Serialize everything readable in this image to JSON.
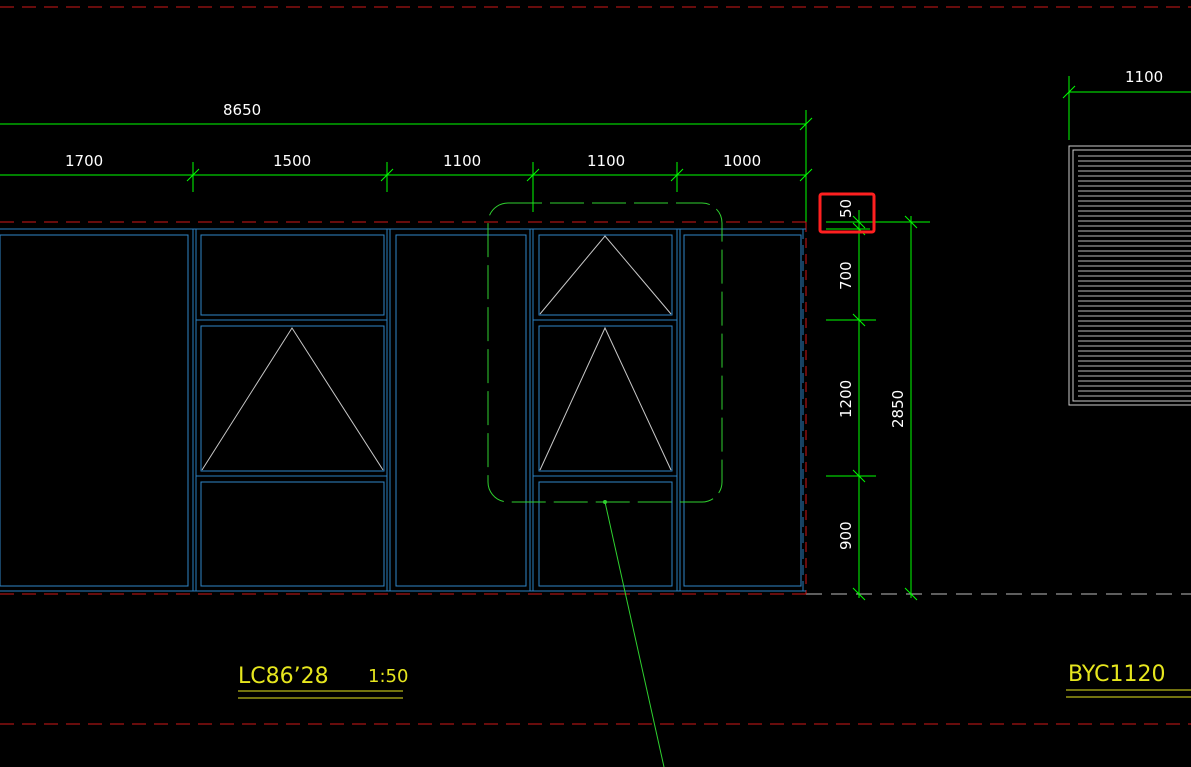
{
  "drawing": {
    "background": "#000000",
    "colors": {
      "dimension": "#00ff00",
      "frame": "#2a7fc0",
      "frame_inner": "#2f86c8",
      "border_red": "#d01818",
      "dash_gray": "#bbbbbb",
      "cloud": "#2fd12f",
      "highlight": "#ff2020",
      "title": "#e6e61e",
      "text": "#ffffff"
    },
    "top_dimension": {
      "total": "8650"
    },
    "segment_dimensions": [
      "1700",
      "1500",
      "1100",
      "1100",
      "1000"
    ],
    "vertical_dimensions": [
      "50",
      "700",
      "1200",
      "900"
    ],
    "total_height_dimension": "2850",
    "right_top_dimension": "1100",
    "left_title": "LC86’28",
    "left_scale": "1:50",
    "right_title": "BYC1120",
    "highlighted_dimension": "50"
  }
}
